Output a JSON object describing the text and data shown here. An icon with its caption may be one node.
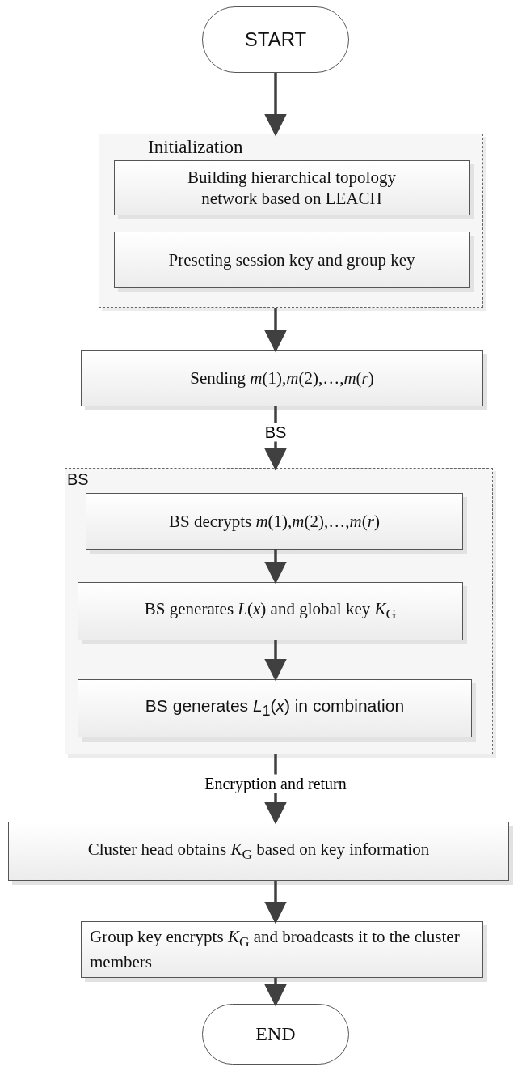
{
  "diagram": {
    "nodes": [
      {
        "text": [
          "START"
        ]
      },
      {
        "text": [
          "Initialization"
        ]
      },
      {
        "text": [
          "Building hierarchical topology network based on LEACH"
        ],
        "in": 1
      },
      {
        "text": [
          "Preseting session key and group key"
        ],
        "in": 1
      },
      {
        "text": [
          "Sending *m*(1),*m*(2),…,*m*(*r*)"
        ]
      },
      {
        "text": [
          "BS"
        ]
      },
      {
        "text": [
          "BS decrypts *m*(1),*m*(2),…,*m*(*r*)"
        ],
        "in": 5
      },
      {
        "text": [
          "BS generates *L*(*x*) and global key *K*$_{G}$"
        ],
        "in": 5
      },
      {
        "text": [
          "BS generates *L*$_{1}$(*x*) in combination"
        ],
        "in": 5
      },
      {
        "text": [
          "Cluster head obtains *K*$_{G}$ based on key information"
        ]
      },
      {
        "text": [
          "Group key encrypts *K*$_{G}$ and broadcasts it to the cluster members"
        ]
      },
      {
        "text": [
          "END"
        ]
      }
    ],
    "edges": [
      {
        "from": 0,
        "to": 1,
        "arrow": "to"
      },
      {
        "from": 1,
        "to": 4,
        "arrow": "to"
      },
      {
        "from": 4,
        "to": 5,
        "arrow": "to",
        "label": "BS"
      },
      {
        "from": 6,
        "to": 7,
        "arrow": "to"
      },
      {
        "from": 7,
        "to": 8,
        "arrow": "to"
      },
      {
        "from": 5,
        "to": 9,
        "arrow": "to",
        "label": "Encryption and return"
      },
      {
        "from": 9,
        "to": 10,
        "arrow": "to"
      },
      {
        "from": 10,
        "to": 11,
        "arrow": "to"
      }
    ]
  }
}
